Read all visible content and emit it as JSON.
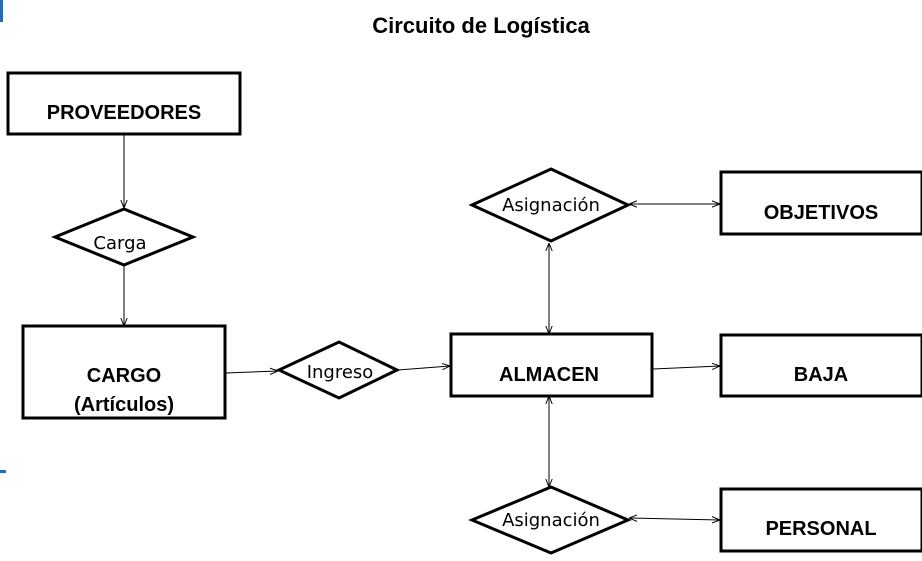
{
  "title": "Circuito de Logística",
  "nodes": {
    "proveedores": {
      "label": "PROVEEDORES"
    },
    "cargo": {
      "label_line1": "CARGO",
      "label_line2": "(Artículos)"
    },
    "almacen": {
      "label": "ALMACEN"
    },
    "objetivos": {
      "label": "OBJETIVOS"
    },
    "baja": {
      "label": "BAJA"
    },
    "personal": {
      "label": "PERSONAL"
    }
  },
  "relations": {
    "carga": {
      "label": "Carga"
    },
    "ingreso": {
      "label": "Ingreso"
    },
    "asignacion_objetivos": {
      "label": "Asignación"
    },
    "asignacion_personal": {
      "label": "Asignación"
    }
  },
  "colors": {
    "stroke": "#000000",
    "fill": "#ffffff",
    "edge_accent": "#2e6aa6"
  }
}
